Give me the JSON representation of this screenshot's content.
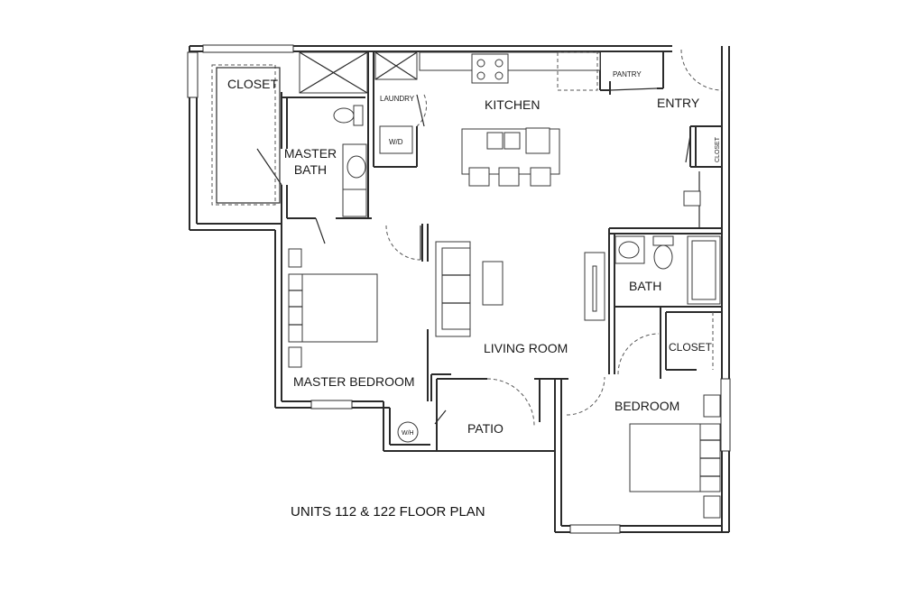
{
  "rooms": {
    "closet_master": "CLOSET",
    "master_bath_line1": "MASTER",
    "master_bath_line2": "BATH",
    "laundry": "LAUNDRY",
    "wd": "W/D",
    "kitchen": "KITCHEN",
    "pantry": "PANTRY",
    "entry": "ENTRY",
    "closet_entry": "CLOSET",
    "bath": "BATH",
    "closet_bedroom": "CLOSET",
    "living_room": "LIVING ROOM",
    "master_bedroom": "MASTER BEDROOM",
    "patio": "PATIO",
    "wh": "W/H",
    "bedroom": "BEDROOM"
  },
  "title": "UNITS 112 & 122 FLOOR PLAN"
}
